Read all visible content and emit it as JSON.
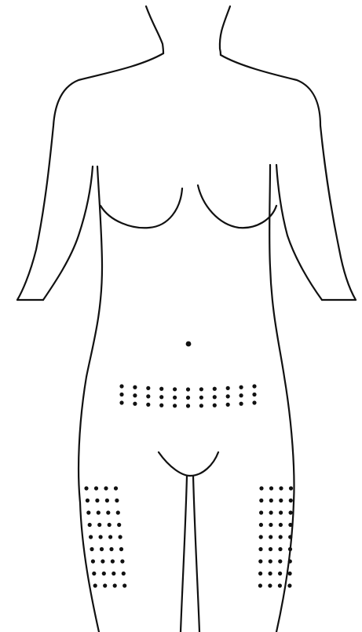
{
  "diagram": {
    "subject": "female-body-front-outline",
    "colors": {
      "background": "#ffffff",
      "ink": "#111111"
    },
    "marked_regions": [
      {
        "id": "navel",
        "dot_count": 1
      },
      {
        "id": "lower-abdomen",
        "rows": 3,
        "columns": 11
      },
      {
        "id": "right-outer-thigh",
        "rows": 9,
        "columns": 4
      },
      {
        "id": "left-outer-thigh",
        "rows": 9,
        "columns": 4
      }
    ]
  }
}
